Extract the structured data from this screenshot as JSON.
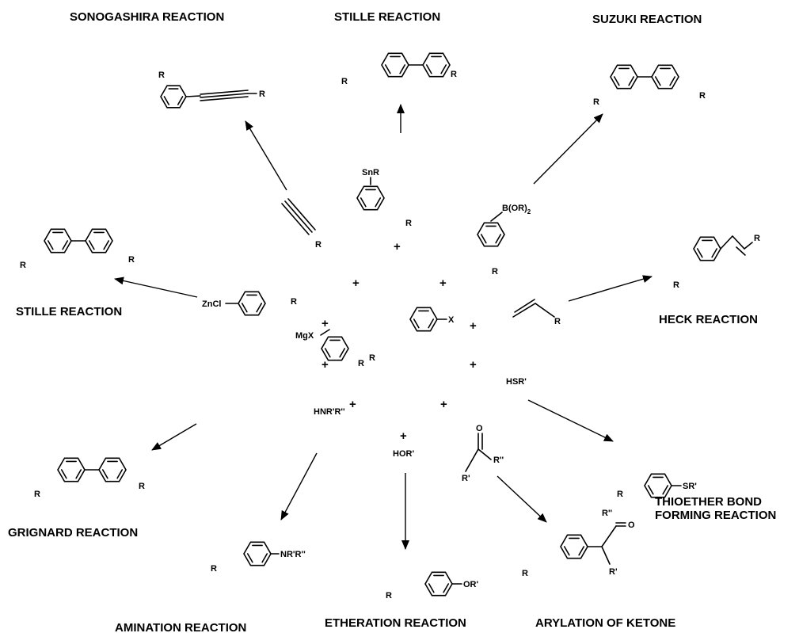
{
  "reactions": {
    "sonogashira": {
      "title": "SONOGASHIRA REACTION"
    },
    "stille_top": {
      "title": "STILLE REACTION"
    },
    "suzuki": {
      "title": "SUZUKI REACTION"
    },
    "heck": {
      "title": "HECK REACTION"
    },
    "stille_left": {
      "title": "STILLE REACTION"
    },
    "grignard": {
      "title": "GRIGNARD REACTION"
    },
    "thioether_line1": "THIOETHER BOND",
    "thioether_line2": "FORMING REACTION",
    "amination": {
      "title": "AMINATION REACTION"
    },
    "etheration": {
      "title": "ETHERATION REACTION"
    },
    "arylation": {
      "title": "ARYLATION OF KETONE"
    }
  },
  "labels": {
    "R": "R",
    "R_prime": "R'",
    "R_dprime": "R''",
    "X": "X",
    "O": "O",
    "SnR": "SnR",
    "B": "B(OR)",
    "B_sub": "2",
    "ZnCl": "ZnCl",
    "MgX": "MgX",
    "HSR": "HSR'",
    "HNR": "HNR'R''",
    "HOR": "HOR'",
    "SR": "SR'",
    "NRR": "NR'R''",
    "OR": "OR'"
  },
  "plus": "+",
  "colors": {
    "ink": "#000000",
    "background": "#ffffff"
  }
}
